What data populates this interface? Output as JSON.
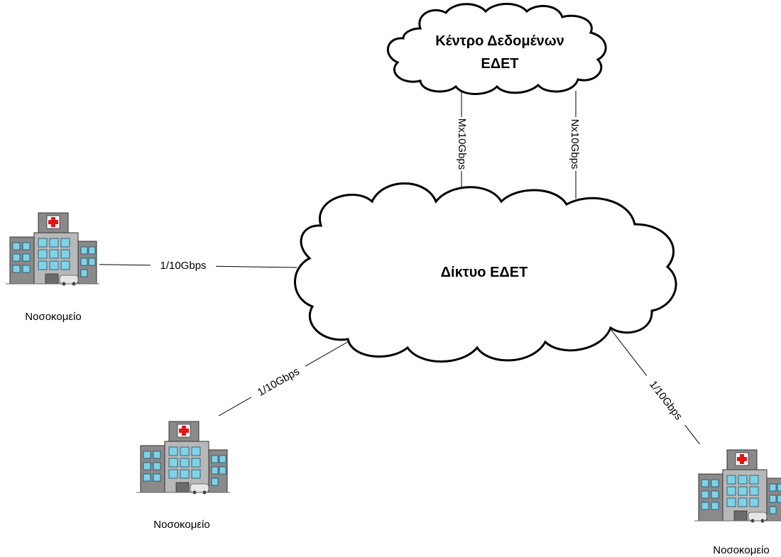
{
  "diagram": {
    "data_center_cloud": {
      "line1": "Κέντρο Δεδομένων",
      "line2": "ΕΔΕΤ"
    },
    "network_cloud": {
      "label": "Δίκτυο ΕΔΕΤ"
    },
    "links": {
      "dc_left": "Mx10Gbps",
      "dc_right": "Nx10Gbps",
      "hospital_left": "1/10Gbps",
      "hospital_bottom": "1/10Gbps",
      "hospital_right": "1/10Gbps"
    },
    "hospitals": {
      "left": "Νοσοκομείο",
      "bottom": "Νοσοκομείο",
      "right": "Νοσοκομείο"
    }
  }
}
